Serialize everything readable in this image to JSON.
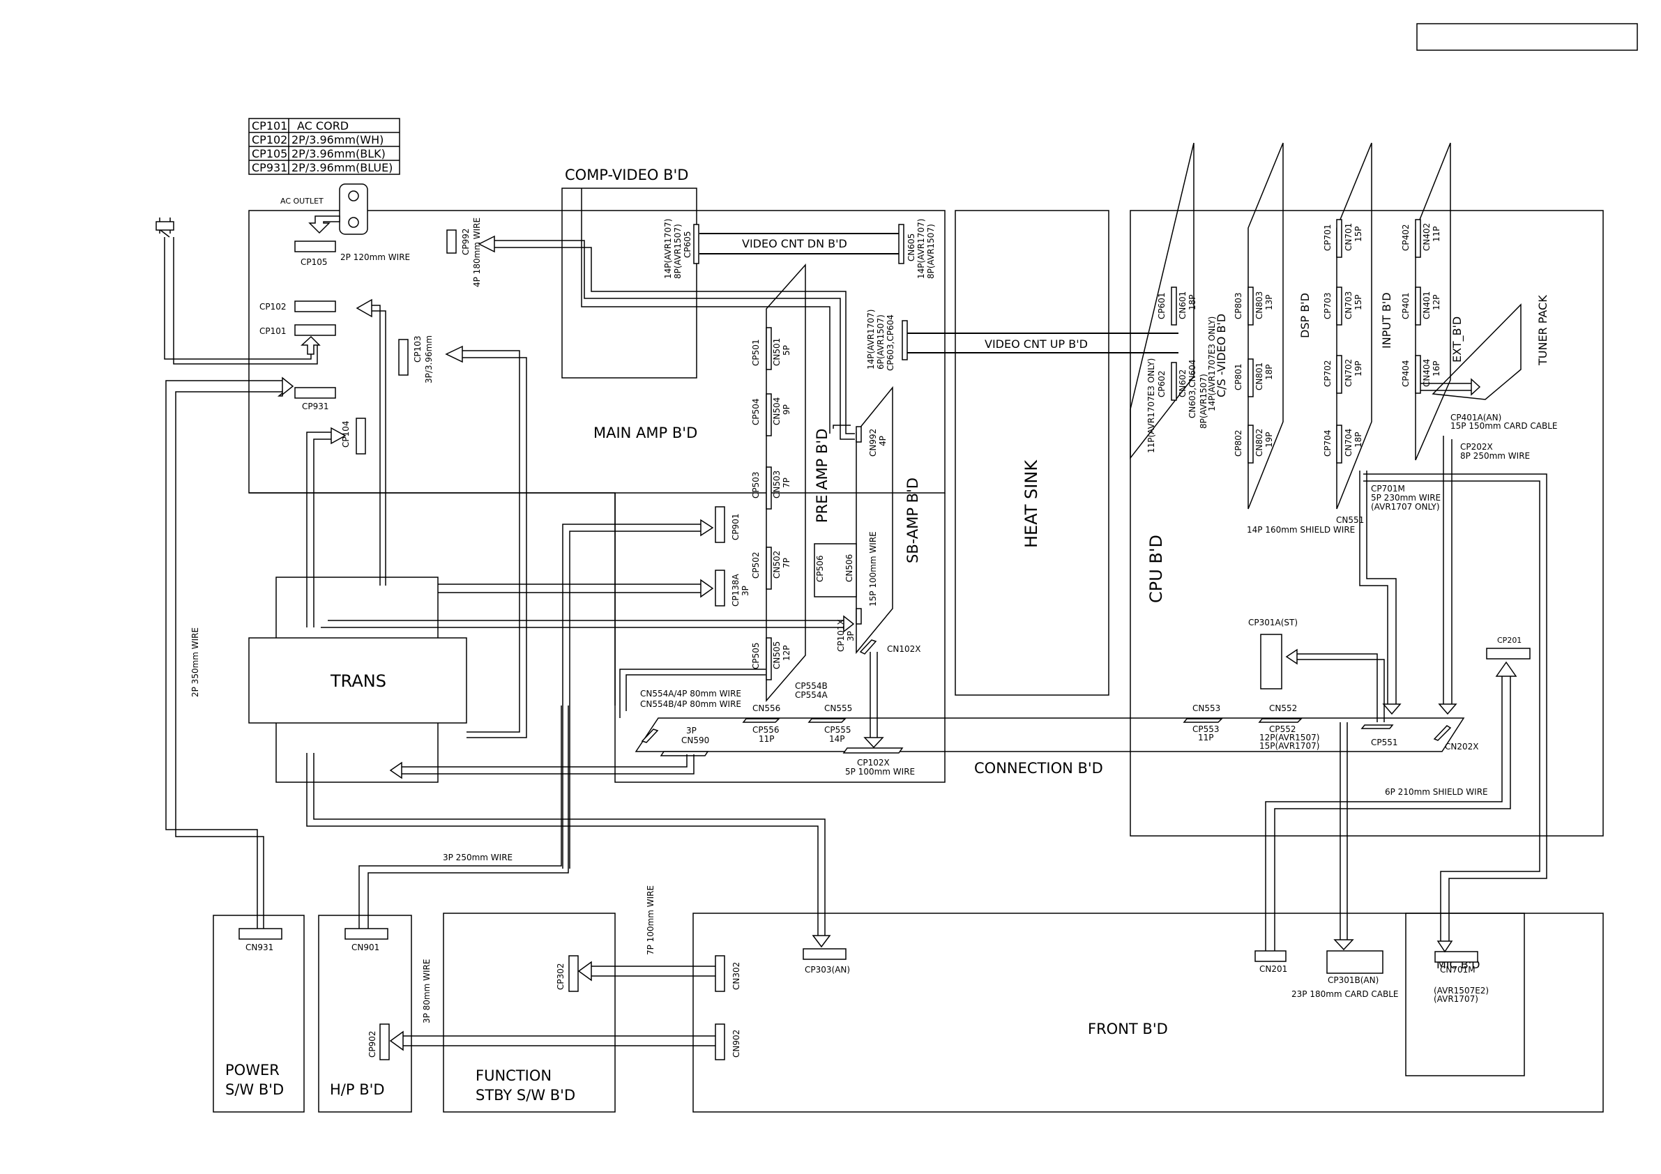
{
  "legend": {
    "rows": [
      {
        "id": "CP101",
        "desc": "AC CORD"
      },
      {
        "id": "CP102",
        "desc": "2P/3.96mm(WH)"
      },
      {
        "id": "CP105",
        "desc": "2P/3.96mm(BLK)"
      },
      {
        "id": "CP931",
        "desc": "2P/3.96mm(BLUE)"
      }
    ]
  },
  "boards": {
    "comp_video": "COMP-VIDEO B'D",
    "main_amp": "MAIN AMP B'D",
    "pre_amp": "PRE AMP B'D",
    "sb_amp": "SB-AMP B'D",
    "heat_sink": "HEAT SINK",
    "cpu": "CPU B'D",
    "cs_video": "C/S -VIDEO B'D",
    "dsp": "DSP B'D",
    "input": "INPUT B'D",
    "ext": "EXT_B'D",
    "tuner_pack": "TUNER PACK",
    "trans": "TRANS",
    "connection": "CONNECTION B'D",
    "power_sw_1": "POWER",
    "power_sw_2": "S/W B'D",
    "hp": "H/P B'D",
    "function_1": "FUNCTION",
    "function_2": "STBY S/W B'D",
    "front": "FRONT B'D",
    "mic": "MIC B'D",
    "video_cnt_dn": "VIDEO CNT DN B'D",
    "video_cnt_up": "VIDEO CNT UP B'D"
  },
  "labels": {
    "ac_outlet": "AC OUTLET",
    "cp105": "CP105",
    "wire_2p_120": "2P 120mm WIRE",
    "cp992": "CP992",
    "wire_4p_180": "4P 180mm WIRE",
    "cp102": "CP102",
    "cp101": "CP101",
    "cp103": "CP103",
    "cp103_spec": "3P/3.96mm",
    "cp931": "CP931",
    "cp104": "CP104",
    "cp605_a": "14P(AVR1707)",
    "cp605_b": "8P(AVR1507)",
    "cp605": "CP605",
    "cn605": "CN605",
    "cn605_a": "14P(AVR1707)",
    "cn605_b": "8P(AVR1507)",
    "cp604_a": "14P(AVR1707)",
    "cp604_b": "6P(AVR1507)",
    "cp604": "CP603,CP604",
    "cp501": "CP501",
    "cn501": "CN501",
    "cn501_p": "5P",
    "cp504": "CP504",
    "cn504": "CN504",
    "cn504_p": "9P",
    "cp503": "CP503",
    "cn503": "CN503",
    "cn503_p": "7P",
    "cp502": "CP502",
    "cn502": "CN502",
    "cn502_p": "7P",
    "cp505": "CP505",
    "cn505": "CN505",
    "cn505_p": "12P",
    "cp506": "CP506",
    "cn506": "CN506",
    "wire_15p_100": "15P 100mm WIRE",
    "cn992": "CN992",
    "cn992_p": "4P",
    "cp901": "CP901",
    "cp138a": "CP138A",
    "cp138a_p": "3P",
    "cp101x": "CP101X",
    "cp101x_p": "3P",
    "cn102x": "CN102X",
    "cp554b": "CP554B",
    "cp554a": "CP554A",
    "wire_cn554a": "CN554A/4P 80mm WIRE",
    "wire_cn554b": "CN554B/4P 80mm WIRE",
    "cn556": "CN556",
    "cn555": "CN555",
    "p3": "3P",
    "cn590": "CN590",
    "cp556": "CP556",
    "cp556_p": "11P",
    "cp555": "CP555",
    "cp555_p": "14P",
    "cp102x": "CP102X",
    "wire_5p_100": "5P 100mm WIRE",
    "cn553": "CN553",
    "cp553": "CP553",
    "cp553_p": "11P",
    "cn552": "CN552",
    "cp552": "CP552",
    "cp552_a": "12P(AVR1507)",
    "cp552_b": "15P(AVR1707)",
    "cp551": "CP551",
    "cn202x": "CN202X",
    "cp601": "CP601",
    "cn601": "CN601",
    "cn601_p": "18P",
    "cp602": "CP602",
    "cn602": "CN602",
    "cn603": "CN603,CN604",
    "cs_a": "14P(AVR1707E3 ONLY)",
    "cs_b": "8P(AVR1507)",
    "cs_c": "11P(AVR1707E3 ONLY)",
    "cp803": "CP803",
    "cn803": "CN803",
    "cn803_p": "13P",
    "cp801": "CP801",
    "cn801": "CN801",
    "cn801_p": "18P",
    "cp802": "CP802",
    "cn802": "CN802",
    "cn802_p": "19P",
    "cp701": "CP701",
    "cn701": "CN701",
    "cn701_p": "15P",
    "cp703": "CP703",
    "cn703": "CN703",
    "cn703_p": "15P",
    "cp702": "CP702",
    "cn702": "CN702",
    "cn702_p": "19P",
    "cp704": "CP704",
    "cn704": "CN704",
    "cn704_p": "18P",
    "cp402": "CP402",
    "cn402": "CN402",
    "cn402_p": "11P",
    "cp401": "CP401",
    "cn401": "CN401",
    "cn401_p": "12P",
    "cp404": "CP404",
    "cn404": "CN404",
    "cn404_p": "16P",
    "cp401a": "CP401A(AN)",
    "cable_15p_150": "15P 150mm CARD CABLE",
    "cp202x": "CP202X",
    "wire_8p_250": "8P 250mm WIRE",
    "cp701m": "CP701M",
    "wire_5p_230": "5P 230mm WIRE",
    "avr1707_only": "(AVR1707 ONLY)",
    "cn551": "CN551",
    "wire_14p_160": "14P 160mm SHIELD WIRE",
    "cp301a": "CP301A(ST)",
    "cp201": "CP201",
    "wire_6p_210": "6P 210mm SHIELD WIRE",
    "wire_2p_350": "2P 350mm WIRE",
    "wire_3p_250": "3P 250mm WIRE",
    "wire_7p_100": "7P 100mm WIRE",
    "wire_3p_80": "3P 80mm WIRE",
    "cn931": "CN931",
    "cn901": "CN901",
    "cp902": "CP902",
    "cp302": "CP302",
    "cn302": "CN302",
    "cn902": "CN902",
    "cp303": "CP303(AN)",
    "cn201": "CN201",
    "cp301b": "CP301B(AN)",
    "cable_23p_180": "23P 180mm CARD CABLE",
    "cn701m": "CN701M",
    "mic_a": "(AVR1507E2)",
    "mic_b": "(AVR1707)"
  }
}
